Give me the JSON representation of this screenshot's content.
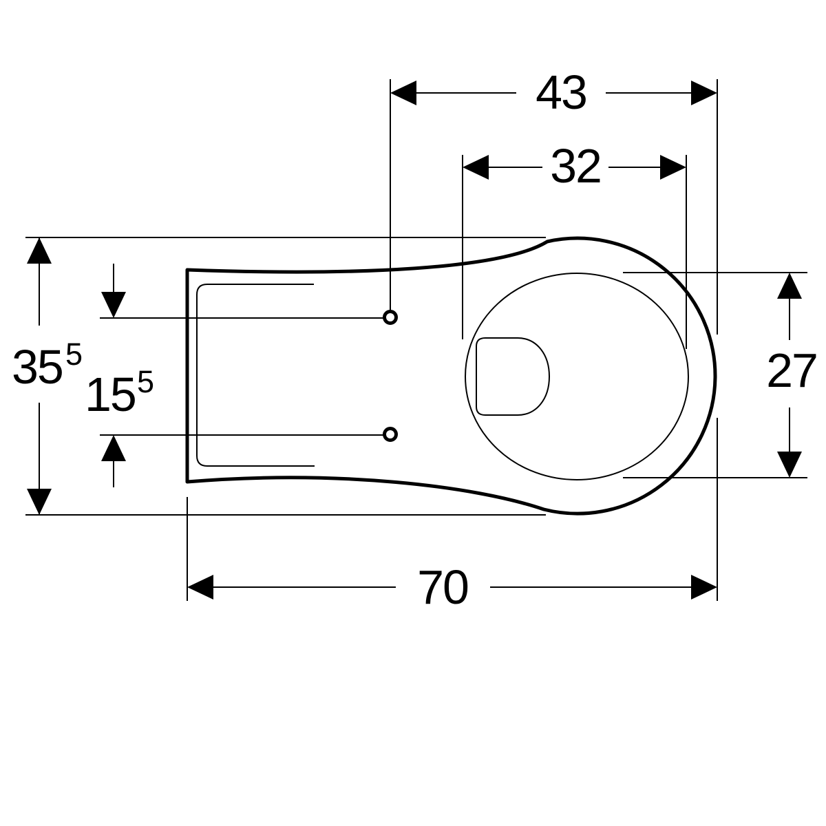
{
  "page": {
    "background": "#ffffff",
    "line_color": "#000000",
    "description": "Technical dimension drawing, top view of a wall-hung toilet bowl"
  },
  "dims": {
    "d43": "43",
    "d32": "32",
    "d355": {
      "main": "35",
      "sup": "5"
    },
    "d155": {
      "main": "15",
      "sup": "5"
    },
    "d27": "27",
    "d70": "70"
  }
}
